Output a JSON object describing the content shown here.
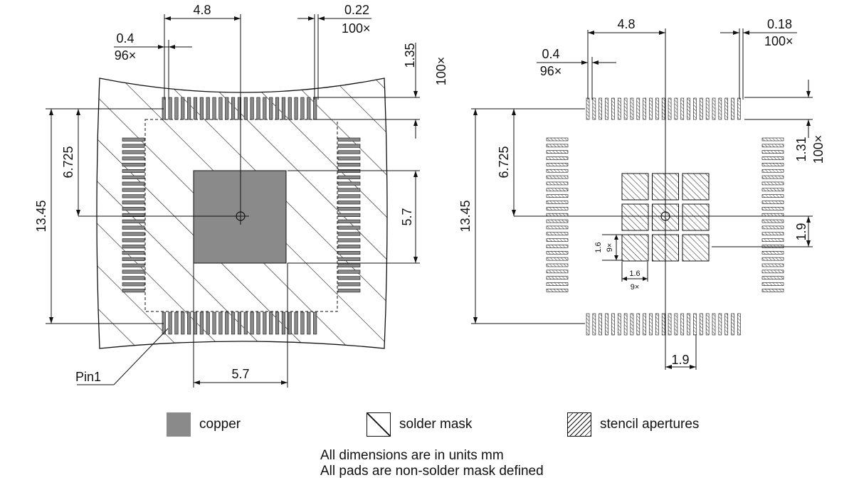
{
  "colors": {
    "copper": "#8a8a8a",
    "line": "#111111",
    "background": "#ffffff"
  },
  "left_view": {
    "dims": {
      "pitch_4_8": "4.8",
      "pad_width": "0.22",
      "pad_width_count": "100×",
      "pitch": "0.4",
      "pitch_count": "96×",
      "pad_length": "1.35",
      "pad_length_count": "100×",
      "half_span": "6.725",
      "span": "13.45",
      "thermal_height": "5.7",
      "thermal_width": "5.7"
    },
    "pin1": "Pin1"
  },
  "right_view": {
    "dims": {
      "pitch_4_8": "4.8",
      "pad_width": "0.18",
      "pad_width_count": "100×",
      "pitch": "0.4",
      "pitch_count": "96×",
      "pad_length": "1.31",
      "pad_length_count": "100×",
      "half_span": "6.725",
      "span": "13.45",
      "aperture_pitch_v": "1.9",
      "aperture_pitch_h": "1.9",
      "aperture_size_v": "1.6",
      "aperture_count_v": "9×",
      "aperture_size_h": "1.6",
      "aperture_count_h": "9×"
    }
  },
  "legend": {
    "copper": "copper",
    "solder_mask": "solder mask",
    "stencil": "stencil apertures"
  },
  "notes": {
    "line1": "All dimensions are in units mm",
    "line2": "All pads are non-solder mask defined"
  }
}
